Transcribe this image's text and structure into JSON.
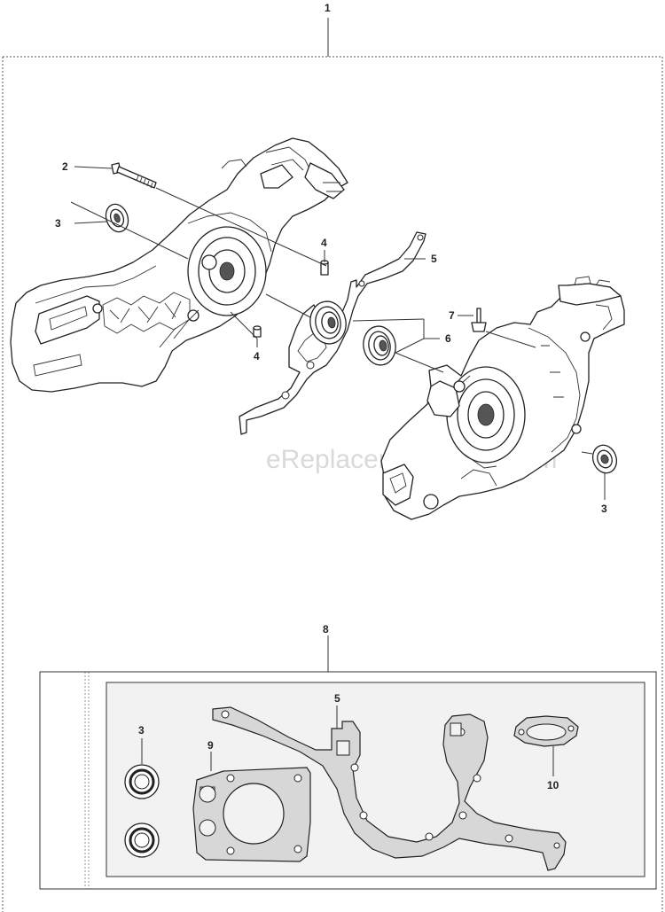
{
  "watermark": "eReplacementParts.com",
  "callouts": {
    "c1": "1",
    "c2": "2",
    "c3_left": "3",
    "c4_top": "4",
    "c4_bottom": "4",
    "c5_top": "5",
    "c6": "6",
    "c7": "7",
    "c3_right": "3",
    "c8": "8",
    "c3_kit": "3",
    "c5_kit": "5",
    "c9": "9",
    "c10": "10"
  }
}
